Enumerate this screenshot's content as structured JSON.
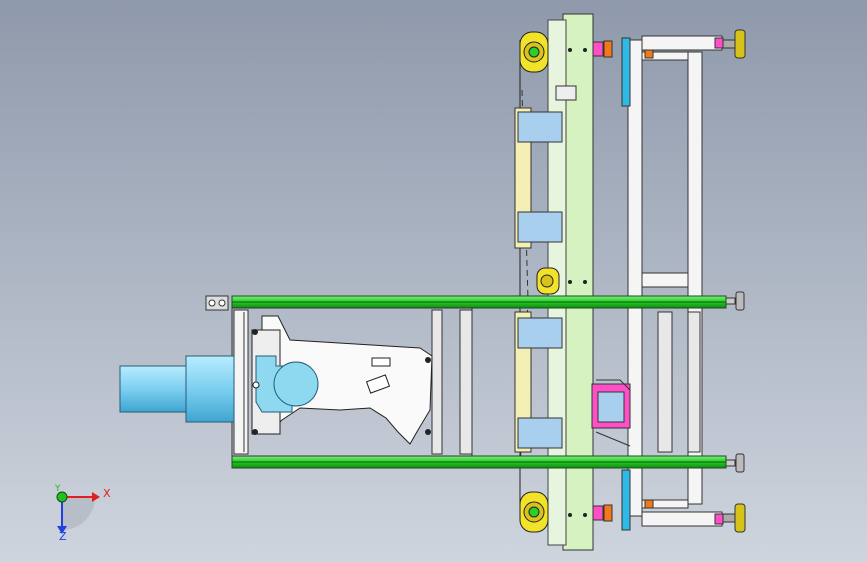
{
  "viewport": {
    "background_top": "#8e99ab",
    "background_bottom": "#cfd5de"
  },
  "triad": {
    "x_label": "X",
    "y_label": "Y",
    "z_label": "Z",
    "x_color": "#e02020",
    "y_color": "#20c020",
    "z_color": "#2040e0"
  },
  "colors": {
    "profile_green": "#2bcf2b",
    "plate_green": "#d6f2c0",
    "cream": "#f4efb4",
    "cyan_motor": "#8ed8f0",
    "blue_bracket": "#a9cfef",
    "pink": "#ff4fc6",
    "orange": "#f07a1a",
    "yellow_roller": "#f2e22a",
    "gold_foot": "#d7c21a",
    "frame_white": "#f5f5f5",
    "teal_bar": "#2fb9e6"
  }
}
